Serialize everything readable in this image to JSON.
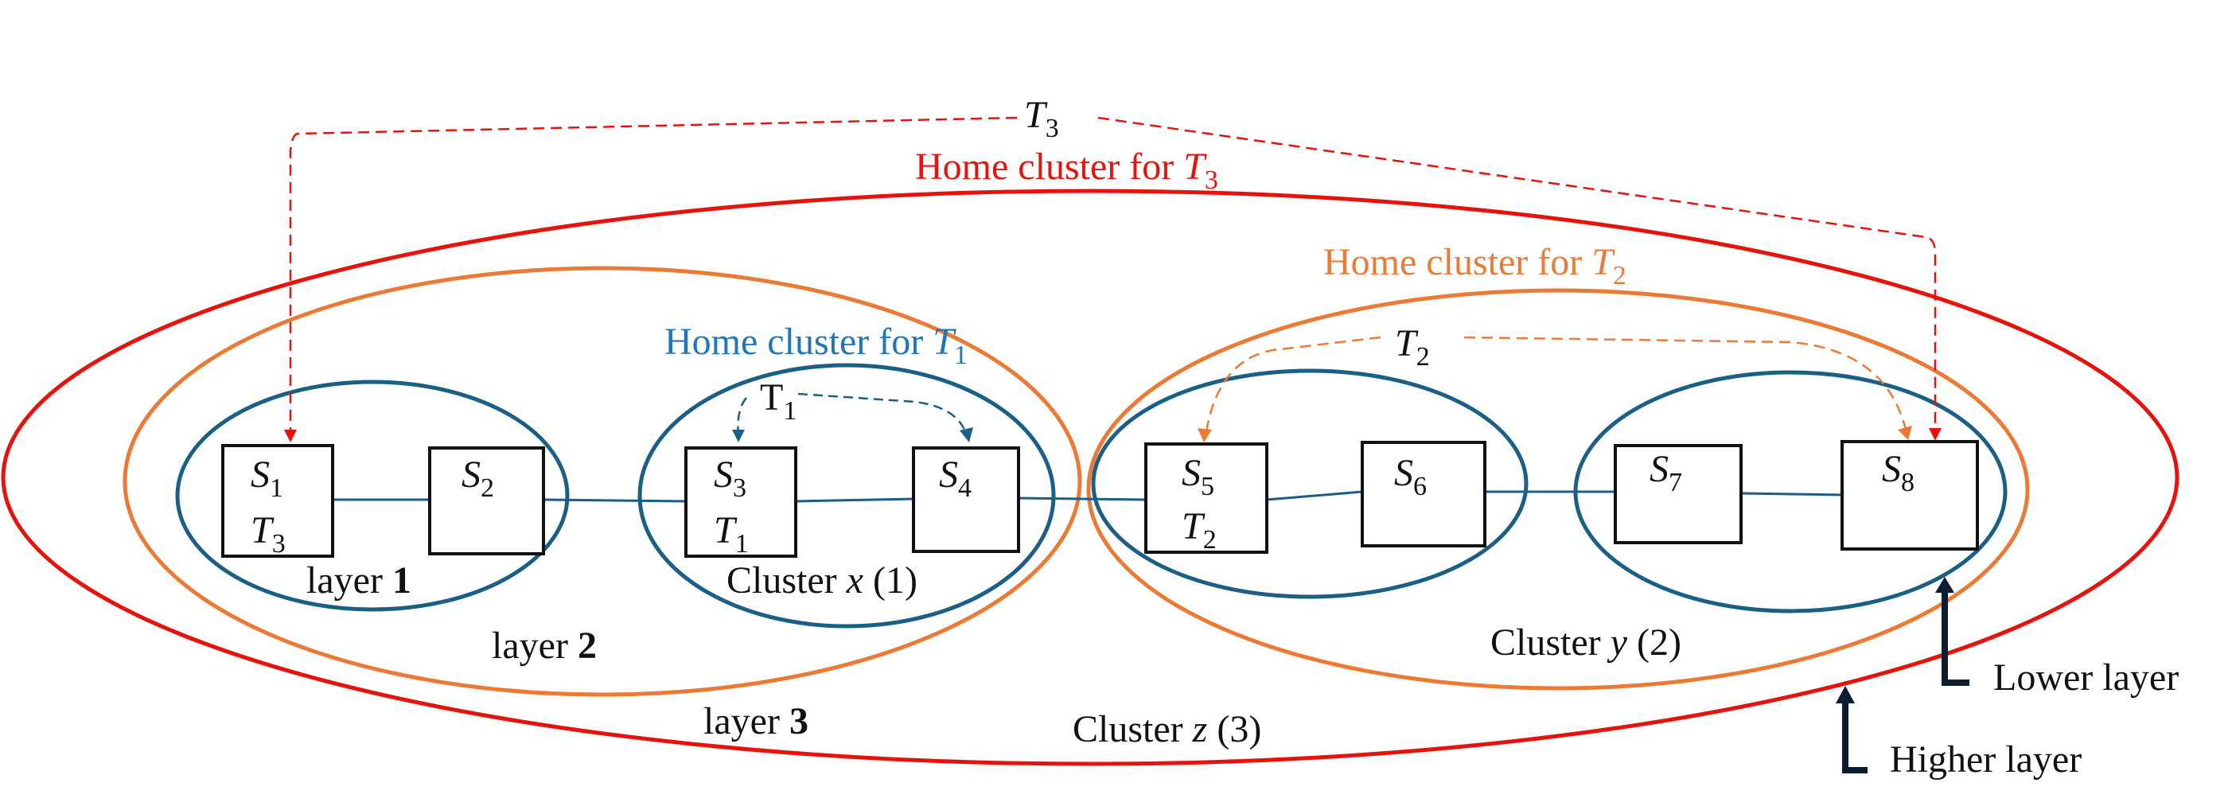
{
  "colors": {
    "red": "#e8120c",
    "orange": "#ec7a35",
    "blue": "#1a5f86",
    "dark_blue": "#0d4d77",
    "ink": "#111111",
    "navy": "#0b1d2e"
  },
  "arrows": {
    "t3": {
      "base": "T",
      "sub": "3"
    },
    "t2": {
      "base": "T",
      "sub": "2"
    },
    "t1": {
      "base": "T",
      "sub": "1"
    }
  },
  "home_labels": {
    "t3": {
      "prefix": "Home cluster for ",
      "var": "T",
      "sub": "3"
    },
    "t2": {
      "prefix": "Home cluster for ",
      "var": "T",
      "sub": "2"
    },
    "t1": {
      "prefix": "Home cluster for ",
      "var": "T",
      "sub": "1"
    }
  },
  "servers": {
    "s1": {
      "var": "S",
      "sub": "1",
      "task_var": "T",
      "task_sub": "3"
    },
    "s2": {
      "var": "S",
      "sub": "2"
    },
    "s3": {
      "var": "S",
      "sub": "3",
      "task_var": "T",
      "task_sub": "1"
    },
    "s4": {
      "var": "S",
      "sub": "4"
    },
    "s5": {
      "var": "S",
      "sub": "5",
      "task_var": "T",
      "task_sub": "2"
    },
    "s6": {
      "var": "S",
      "sub": "6"
    },
    "s7": {
      "var": "S",
      "sub": "7"
    },
    "s8": {
      "var": "S",
      "sub": "8"
    }
  },
  "layers": {
    "l1": {
      "text": "layer ",
      "num": "1"
    },
    "l2": {
      "text": "layer ",
      "num": "2"
    },
    "l3": {
      "text": "layer ",
      "num": "3"
    }
  },
  "clusters": {
    "x": {
      "text": "Cluster ",
      "var": "x",
      "level": " (1)"
    },
    "y": {
      "text": "Cluster ",
      "var": "y",
      "level": " (2)"
    },
    "z": {
      "text": "Cluster ",
      "var": "z",
      "level": " (3)"
    }
  },
  "legend": {
    "lower": "Lower layer",
    "higher": "Higher layer"
  }
}
